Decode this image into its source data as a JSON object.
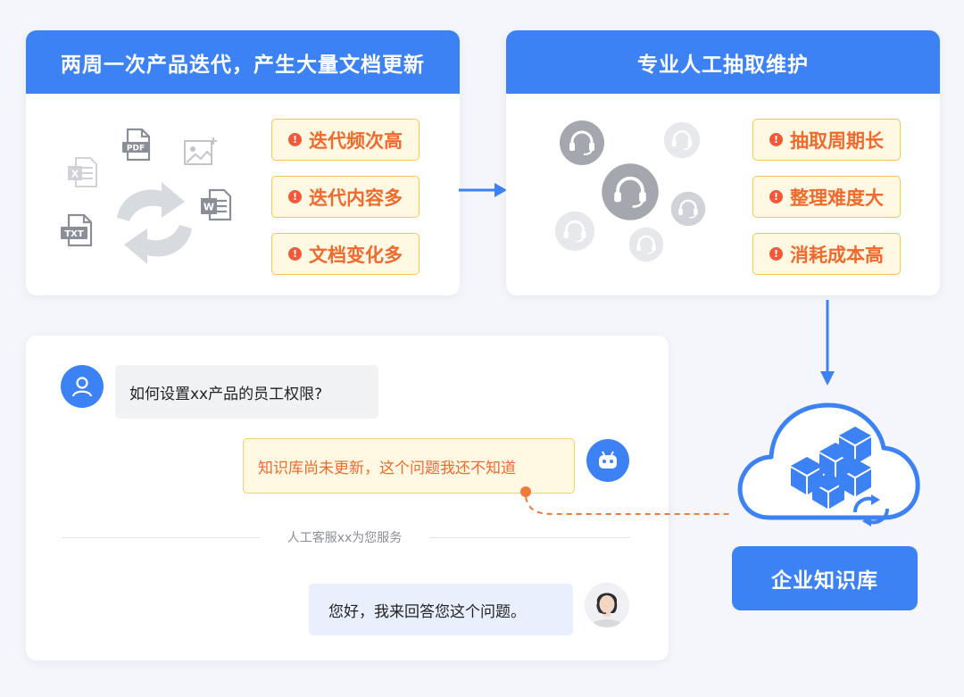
{
  "left_card": {
    "title": "两周一次产品迭代，产生大量文档更新",
    "tags": [
      "迭代频次高",
      "迭代内容多",
      "文档变化多"
    ],
    "file_labels": {
      "pdf": "PDF",
      "txt": "TXT",
      "excel": "X",
      "word": "W"
    }
  },
  "right_card": {
    "title": "专业人工抽取维护",
    "tags": [
      "抽取周期长",
      "整理难度大",
      "消耗成本高"
    ]
  },
  "warn_glyph": "!",
  "chat": {
    "user_question": "如何设置xx产品的员工权限?",
    "bot_reply": "知识库尚未更新，这个问题我还不知道",
    "divider_text": "人工客服xx为您服务",
    "agent_reply": "您好，我来回答您这个问题。"
  },
  "knowledge_base": {
    "label": "企业知识库"
  },
  "colors": {
    "primary": "#3d82f5",
    "warning_text": "#f06a2d",
    "warning_bg": "#fff8e2",
    "warning_border": "#f6c94e",
    "dashed_connector": "#f07a3a"
  }
}
